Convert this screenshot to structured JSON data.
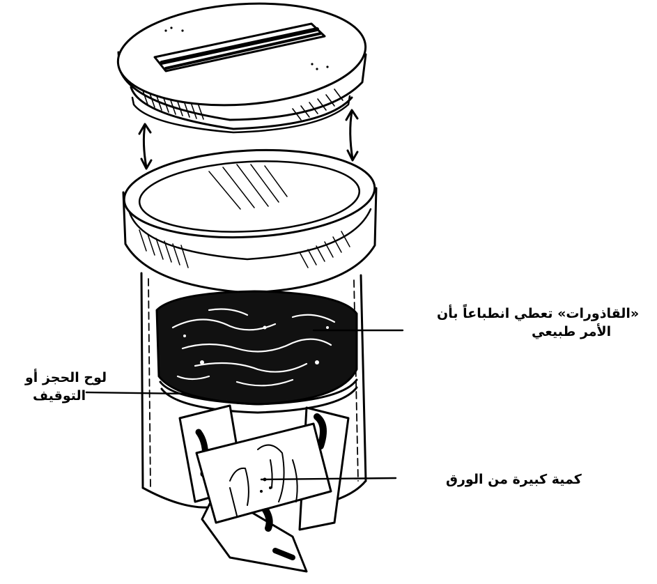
{
  "labels": {
    "naphthalene": {
      "line1": "«القاذورات» تعطي انطباعاً بأن",
      "line2": "الأمر طبيعي"
    },
    "baffle": {
      "line1": "لوح الحجز أو",
      "line2": "التوقيف"
    },
    "paper": {
      "line1": "كمية كبيرة من الورق"
    }
  },
  "colors": {
    "ink": "#000000",
    "paper": "#ffffff"
  }
}
